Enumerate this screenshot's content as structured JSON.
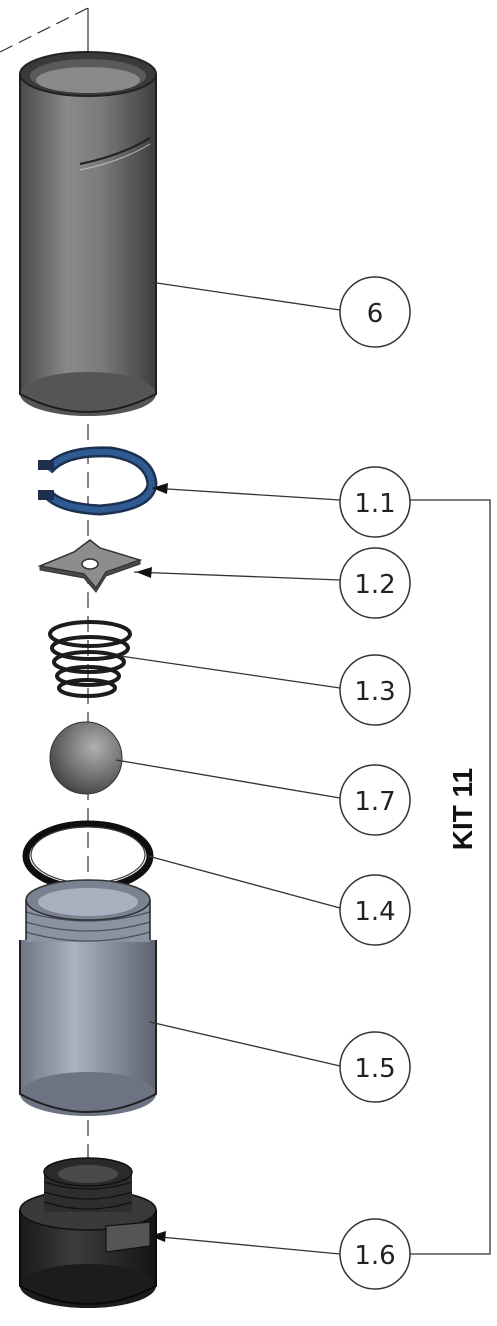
{
  "diagram": {
    "kit_label": "KIT 11",
    "parts": [
      {
        "id": "6",
        "name": "tube"
      },
      {
        "id": "1.1",
        "name": "retaining-ring"
      },
      {
        "id": "1.2",
        "name": "star-washer"
      },
      {
        "id": "1.3",
        "name": "conical-spring"
      },
      {
        "id": "1.7",
        "name": "ball"
      },
      {
        "id": "1.4",
        "name": "o-ring"
      },
      {
        "id": "1.5",
        "name": "threaded-bushing"
      },
      {
        "id": "1.6",
        "name": "valve-seat"
      }
    ],
    "colors": {
      "tube": "#6e6e6e",
      "ring": "#2a4d7a",
      "washer": "#8a8a8a",
      "spring": "#222222",
      "ball": "#6a6a6a",
      "oring": "#111111",
      "bushing": "#8e96a6",
      "seat": "#2a2a2a",
      "line": "#333333"
    }
  }
}
